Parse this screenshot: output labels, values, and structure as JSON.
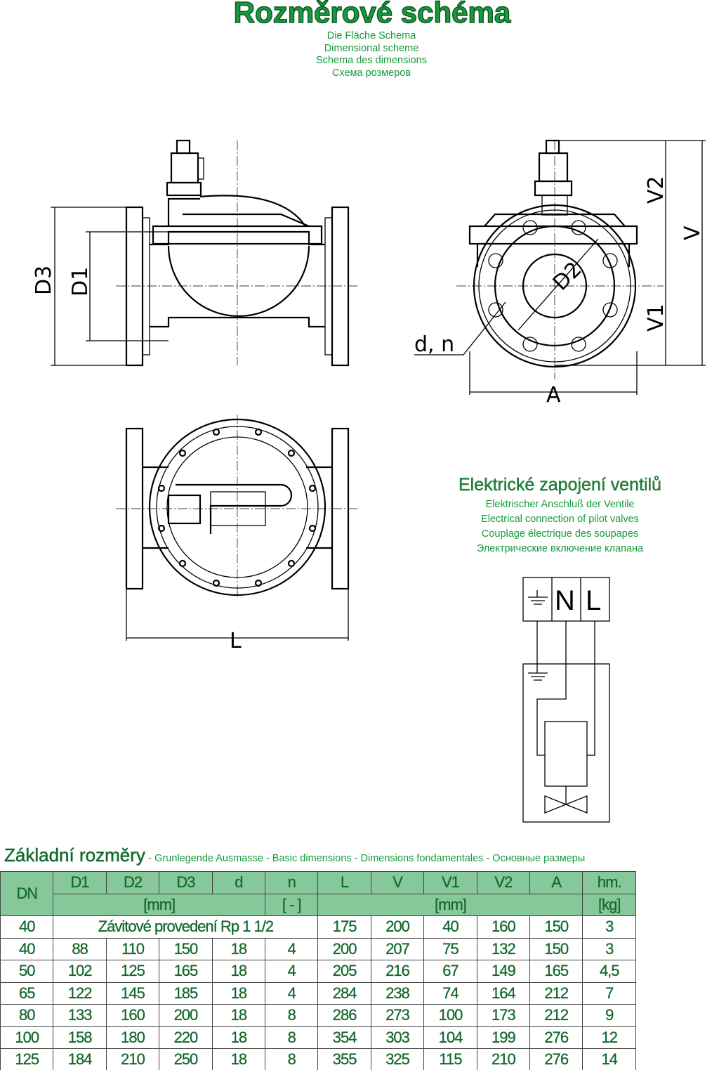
{
  "header": {
    "title": "Rozměrové schéma",
    "subtitles": [
      "Die Fläche Schema",
      "Dimensional scheme",
      "Schema des dimensions",
      "Схема розмеров"
    ]
  },
  "drawing_labels": {
    "D3": "D3",
    "D1": "D1",
    "D2": "D2",
    "V2": "V2",
    "V": "V",
    "V1": "V1",
    "A": "A",
    "L": "L",
    "dn": "d, n"
  },
  "electrical": {
    "title": "Elektrické zapojení ventilů",
    "subtitles": [
      "Elektrischer Anschluß der Ventile",
      "Electrical connection of pilot valves",
      "Couplage électrique des soupapes",
      "Электрические включение клапана"
    ],
    "terminals": [
      "N",
      "L"
    ]
  },
  "table": {
    "title": "Základní rozměry",
    "subtitle": "- Grunlegende Ausmasse - Basic dimensions - Dimensions fondamentales - Основные размеры",
    "headers": [
      "DN",
      "D1",
      "D2",
      "D3",
      "d",
      "n",
      "L",
      "V",
      "V1",
      "V2",
      "A",
      "hm."
    ],
    "units": {
      "mm1": "[mm]",
      "dash": "[ - ]",
      "mm2": "[mm]",
      "kg": "[kg]"
    },
    "threaded_row": {
      "DN": "40",
      "note": "Závitové provedení Rp 1 1/2",
      "values": [
        "175",
        "200",
        "40",
        "160",
        "150",
        "3"
      ]
    },
    "rows": [
      [
        "40",
        "88",
        "110",
        "150",
        "18",
        "4",
        "200",
        "207",
        "75",
        "132",
        "150",
        "3"
      ],
      [
        "50",
        "102",
        "125",
        "165",
        "18",
        "4",
        "205",
        "216",
        "67",
        "149",
        "165",
        "4,5"
      ],
      [
        "65",
        "122",
        "145",
        "185",
        "18",
        "4",
        "284",
        "238",
        "74",
        "164",
        "212",
        "7"
      ],
      [
        "80",
        "133",
        "160",
        "200",
        "18",
        "8",
        "286",
        "273",
        "100",
        "173",
        "212",
        "9"
      ],
      [
        "100",
        "158",
        "180",
        "220",
        "18",
        "8",
        "354",
        "303",
        "104",
        "199",
        "276",
        "12"
      ],
      [
        "125",
        "184",
        "210",
        "250",
        "18",
        "8",
        "355",
        "325",
        "115",
        "210",
        "276",
        "14"
      ]
    ]
  }
}
